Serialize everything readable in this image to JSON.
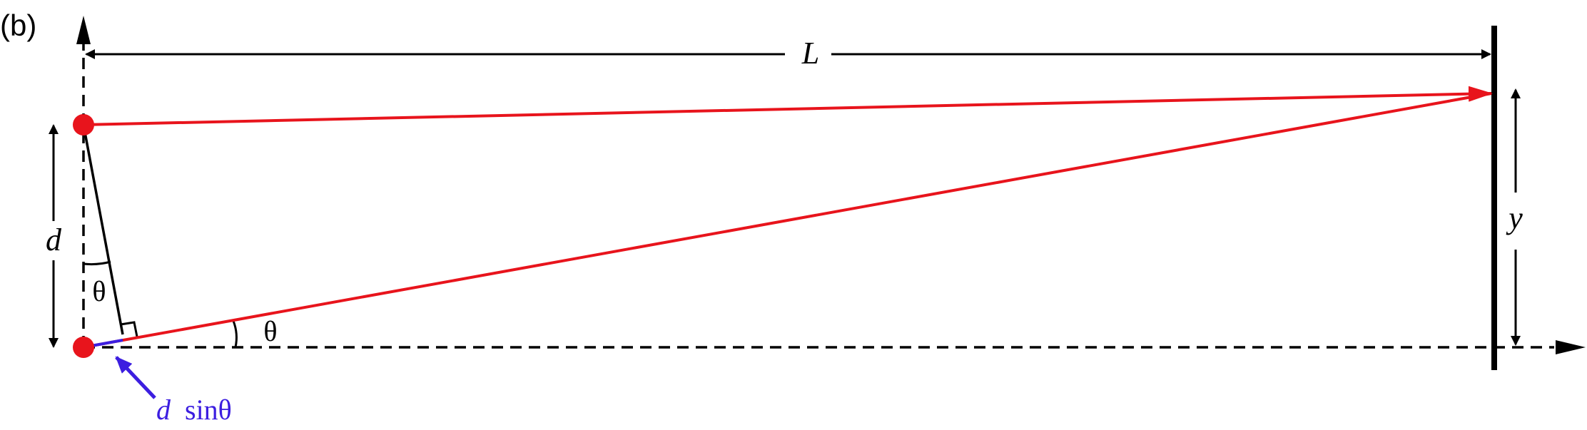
{
  "figure": {
    "panel_label": "(b)",
    "length_label": "L",
    "separation_label": "d",
    "screen_position_label": "y",
    "angle_label_left": "θ",
    "angle_label_right": "θ",
    "path_difference_label": {
      "symbol": "d",
      "function": "sinθ"
    }
  },
  "colors": {
    "ray": "#e8141c",
    "path_difference": "#3c1ee0",
    "line": "#000000",
    "background": "#ffffff"
  }
}
